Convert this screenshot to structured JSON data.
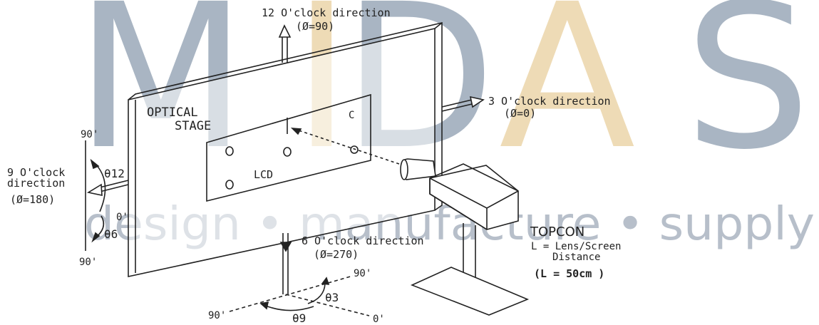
{
  "watermark": {
    "letters": [
      "M",
      "I",
      "D",
      "A",
      "S"
    ],
    "tagline": "design • manufacture • supply",
    "colors": {
      "gray": "#9aa8b9",
      "gold": "#eedbb6"
    }
  },
  "labels": {
    "optical": "OPTICAL",
    "stage": "STAGE",
    "lcd": "LCD",
    "c_mark": "C",
    "topcon": "TOPCON",
    "l_def_1": "L = Lens/Screen",
    "l_def_2": "Distance",
    "l_value": "(L = 50cm )",
    "dir12": "12 O'clock direction",
    "dir12_phi": "(Ø=90)",
    "dir3": "3 O'clock direction",
    "dir3_phi": "(Ø=0)",
    "dir9_1": "9 O'clock",
    "dir9_2": "direction",
    "dir9_phi": "(Ø=180)",
    "dir6": "6 O'clock direction",
    "dir6_phi": "(Ø=270)",
    "left_top_90": "90'",
    "left_0": "0'",
    "left_bottom_90": "90'",
    "theta12": "θ12",
    "theta6": "θ6",
    "bottom_right_90": "90'",
    "bottom_left_90": "90'",
    "bottom_0": "0'",
    "theta3": "θ3",
    "theta9": "θ9"
  },
  "colors": {
    "line": "#222222"
  }
}
